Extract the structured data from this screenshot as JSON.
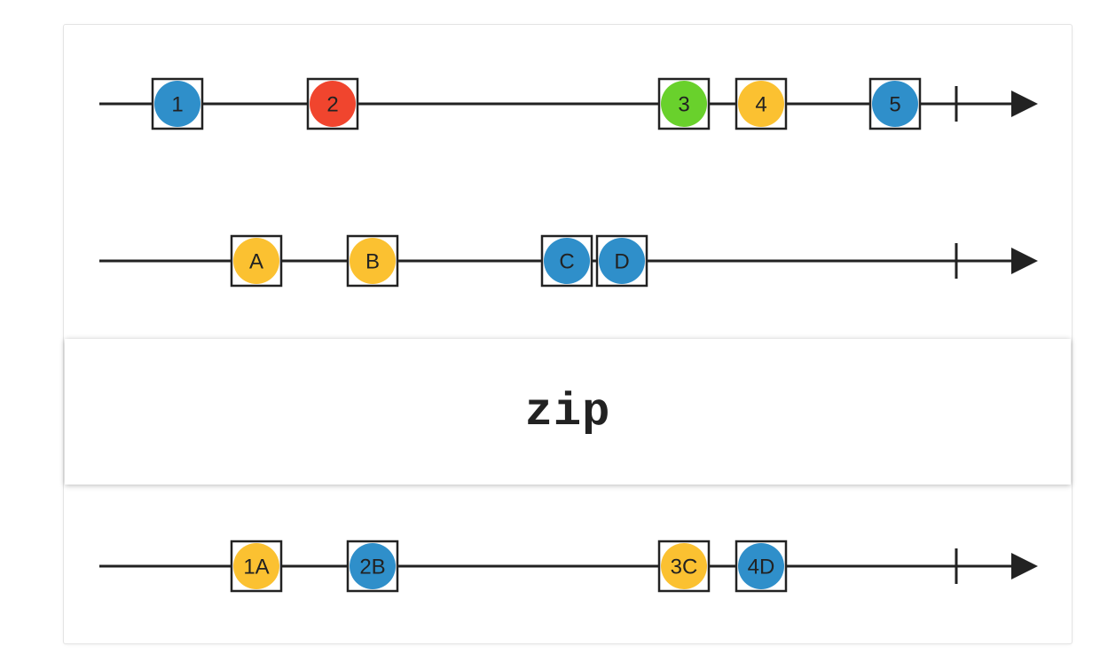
{
  "diagram": {
    "operator": "zip",
    "colors": {
      "blue": "#2f8fca",
      "red": "#f0452e",
      "green": "#69d12c",
      "yellow": "#fbc131",
      "line": "#222222"
    },
    "timelines": [
      {
        "id": "source-1",
        "marbles": [
          {
            "label": "1",
            "color": "blue"
          },
          {
            "label": "2",
            "color": "red"
          },
          {
            "label": "3",
            "color": "green"
          },
          {
            "label": "4",
            "color": "yellow"
          },
          {
            "label": "5",
            "color": "blue"
          }
        ]
      },
      {
        "id": "source-2",
        "marbles": [
          {
            "label": "A",
            "color": "yellow"
          },
          {
            "label": "B",
            "color": "yellow"
          },
          {
            "label": "C",
            "color": "blue"
          },
          {
            "label": "D",
            "color": "blue"
          }
        ]
      },
      {
        "id": "result",
        "marbles": [
          {
            "label": "1A",
            "color": "yellow"
          },
          {
            "label": "2B",
            "color": "blue"
          },
          {
            "label": "3C",
            "color": "yellow"
          },
          {
            "label": "4D",
            "color": "blue"
          }
        ]
      }
    ]
  }
}
